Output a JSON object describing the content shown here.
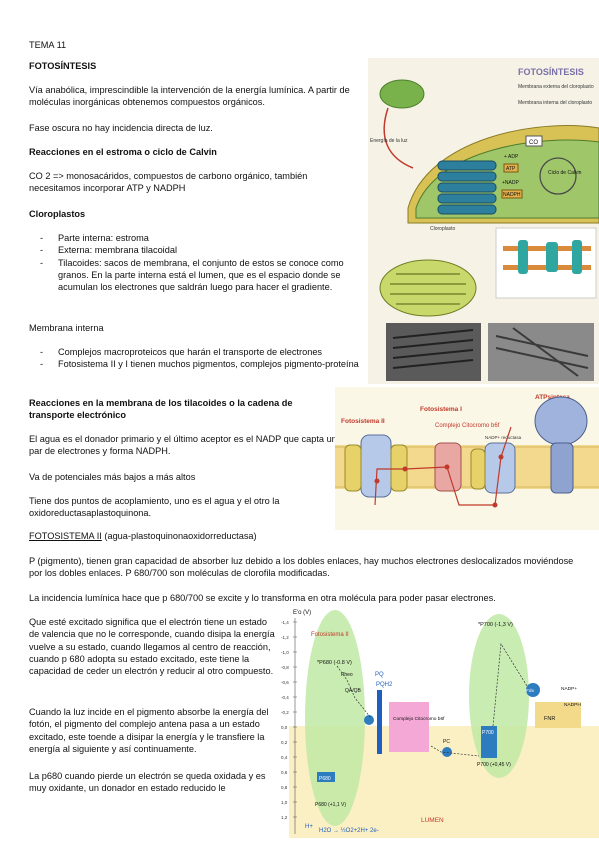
{
  "doc": {
    "heading": "TEMA 11",
    "title": "FOTOSÍNTESIS",
    "intro": "Vía anabólica, imprescindible la intervención de la energía lumínica. A partir de moléculas inorgánicas obtenemos compuestos orgánicos.",
    "dark_phase": "Fase oscura no hay incidencia directa de luz.",
    "calvin_heading": "Reacciones en el estroma o ciclo de Calvin",
    "calvin_text": "CO 2 => monosacáridos, compuestos de carbono orgánico, también necesitamos incorporar ATP y NADPH",
    "chloro_heading": "Cloroplastos",
    "chloro_items": [
      "Parte interna: estroma",
      "Externa: membrana tilacoidal",
      "Tilacoides: sacos de membrana, el conjunto de estos se conoce como granos. En la parte interna está el lumen, que es el espacio donde se acumulan los electrones que saldrán luego para hacer el gradiente."
    ],
    "membrane_heading": "Membrana interna",
    "membrane_items": [
      "Complejos macroproteicos que harán el transporte de electrones",
      "Fotosistema II y I tienen muchos pigmentos, complejos pigmento-proteína"
    ],
    "tilacoid_heading": "Reacciones en la membrana de los tilacoides o la cadena de transporte electrónico",
    "water_text": "El agua es el donador primario y el último aceptor es el NADP que capta un par de electrones y forma NADPH.",
    "potentials": "Va de potenciales más bajos a más altos",
    "coupling": "Tiene dos puntos de acoplamiento, uno es el agua y el otro la oxidoreductasaplastoquinona.",
    "ps2_heading": "FOTOSISTEMA II",
    "ps2_heading_rest": " (agua-plastoquinonaoxidorreductasa)",
    "pigment_text": "P (pigmento), tienen gran capacidad de absorber luz debido a los dobles enlaces, hay muchos electrones deslocalizados moviéndose por los dobles enlaces. P 680/700 son moléculas de clorofila modificadas.",
    "incidence_text": "La incidencia lumínica hace que p 680/700 se excite y lo transforma en otra molécula para poder pasar electrones.",
    "excited_text": "Que esté excitado significa que el electrón tiene un estado de valencia que no le corresponde, cuando disipa la energía vuelve a su estado, cuando llegamos al centro de reacción, cuando p 680 adopta su estado excitado, este tiene la capacidad de ceder un electrón y reducir al otro compuesto.",
    "photon_text": "Cuando la luz incide en el pigmento absorbe la energía del fotón, el pigmento del complejo antena pasa a un estado excitado, este toende a disipar la energía y le transfiere la energía al siguiente y así continuamente.",
    "p680_text": "La p680 cuando pierde un electrón se queda oxidada y es muy oxidante, un donador en estado reducido le"
  },
  "fig1": {
    "title": "FOTOSÍNTESIS",
    "outer_membrane": "Membrana externa del cloroplasto",
    "inner_membrane": "Membrana interna del cloroplasto",
    "light_energy": "Energía de la luz",
    "co2": "CO",
    "adp": "+ ADP",
    "atp": "ATP",
    "nadp": "+NADP",
    "nadph": "NADPH",
    "calvin": "Ciclo de Calvin",
    "chloroplast": "Cloroplasto"
  },
  "fig2": {
    "ps2": "Fotosistema II",
    "ps1": "Fotosistema I",
    "atp_synthase": "ATPsintasa",
    "cyt": "Complejo Citocromo b6f",
    "nadp_red": "NADP+ reductasa"
  },
  "fig3": {
    "axis": "E'o (V)",
    "ps2_label": "Fotosistema II",
    "p700_star": "*P700 (-1,3 V)",
    "p680_star": "*P680 (-0.8 V)",
    "pheo": "Pheo",
    "qa": "QA/QB",
    "pq": "PQ",
    "pqh2": "PQH2",
    "cyt_box": "Complejo Citocromo b6f",
    "pc": "PC",
    "fdx": "Fdx",
    "fnr": "FNR",
    "nadp": "NADP+",
    "nadph": "NADPH",
    "p680": "P680",
    "p700": "P700",
    "p700_pot": "P700 (+0,45 V)",
    "p680_pot": "P680 (+1,1 V)",
    "water": "H2O → ½O2+2H+ 2e-",
    "h_plus": "H+",
    "lumen": "LUMEN",
    "ticks": [
      "-1,4",
      "-1,2",
      "-1,0",
      "-0,8",
      "-0,6",
      "-0,4",
      "-0,2",
      "0,0",
      "0,2",
      "0,4",
      "0,6",
      "0,8",
      "1,0",
      "1,2"
    ]
  }
}
